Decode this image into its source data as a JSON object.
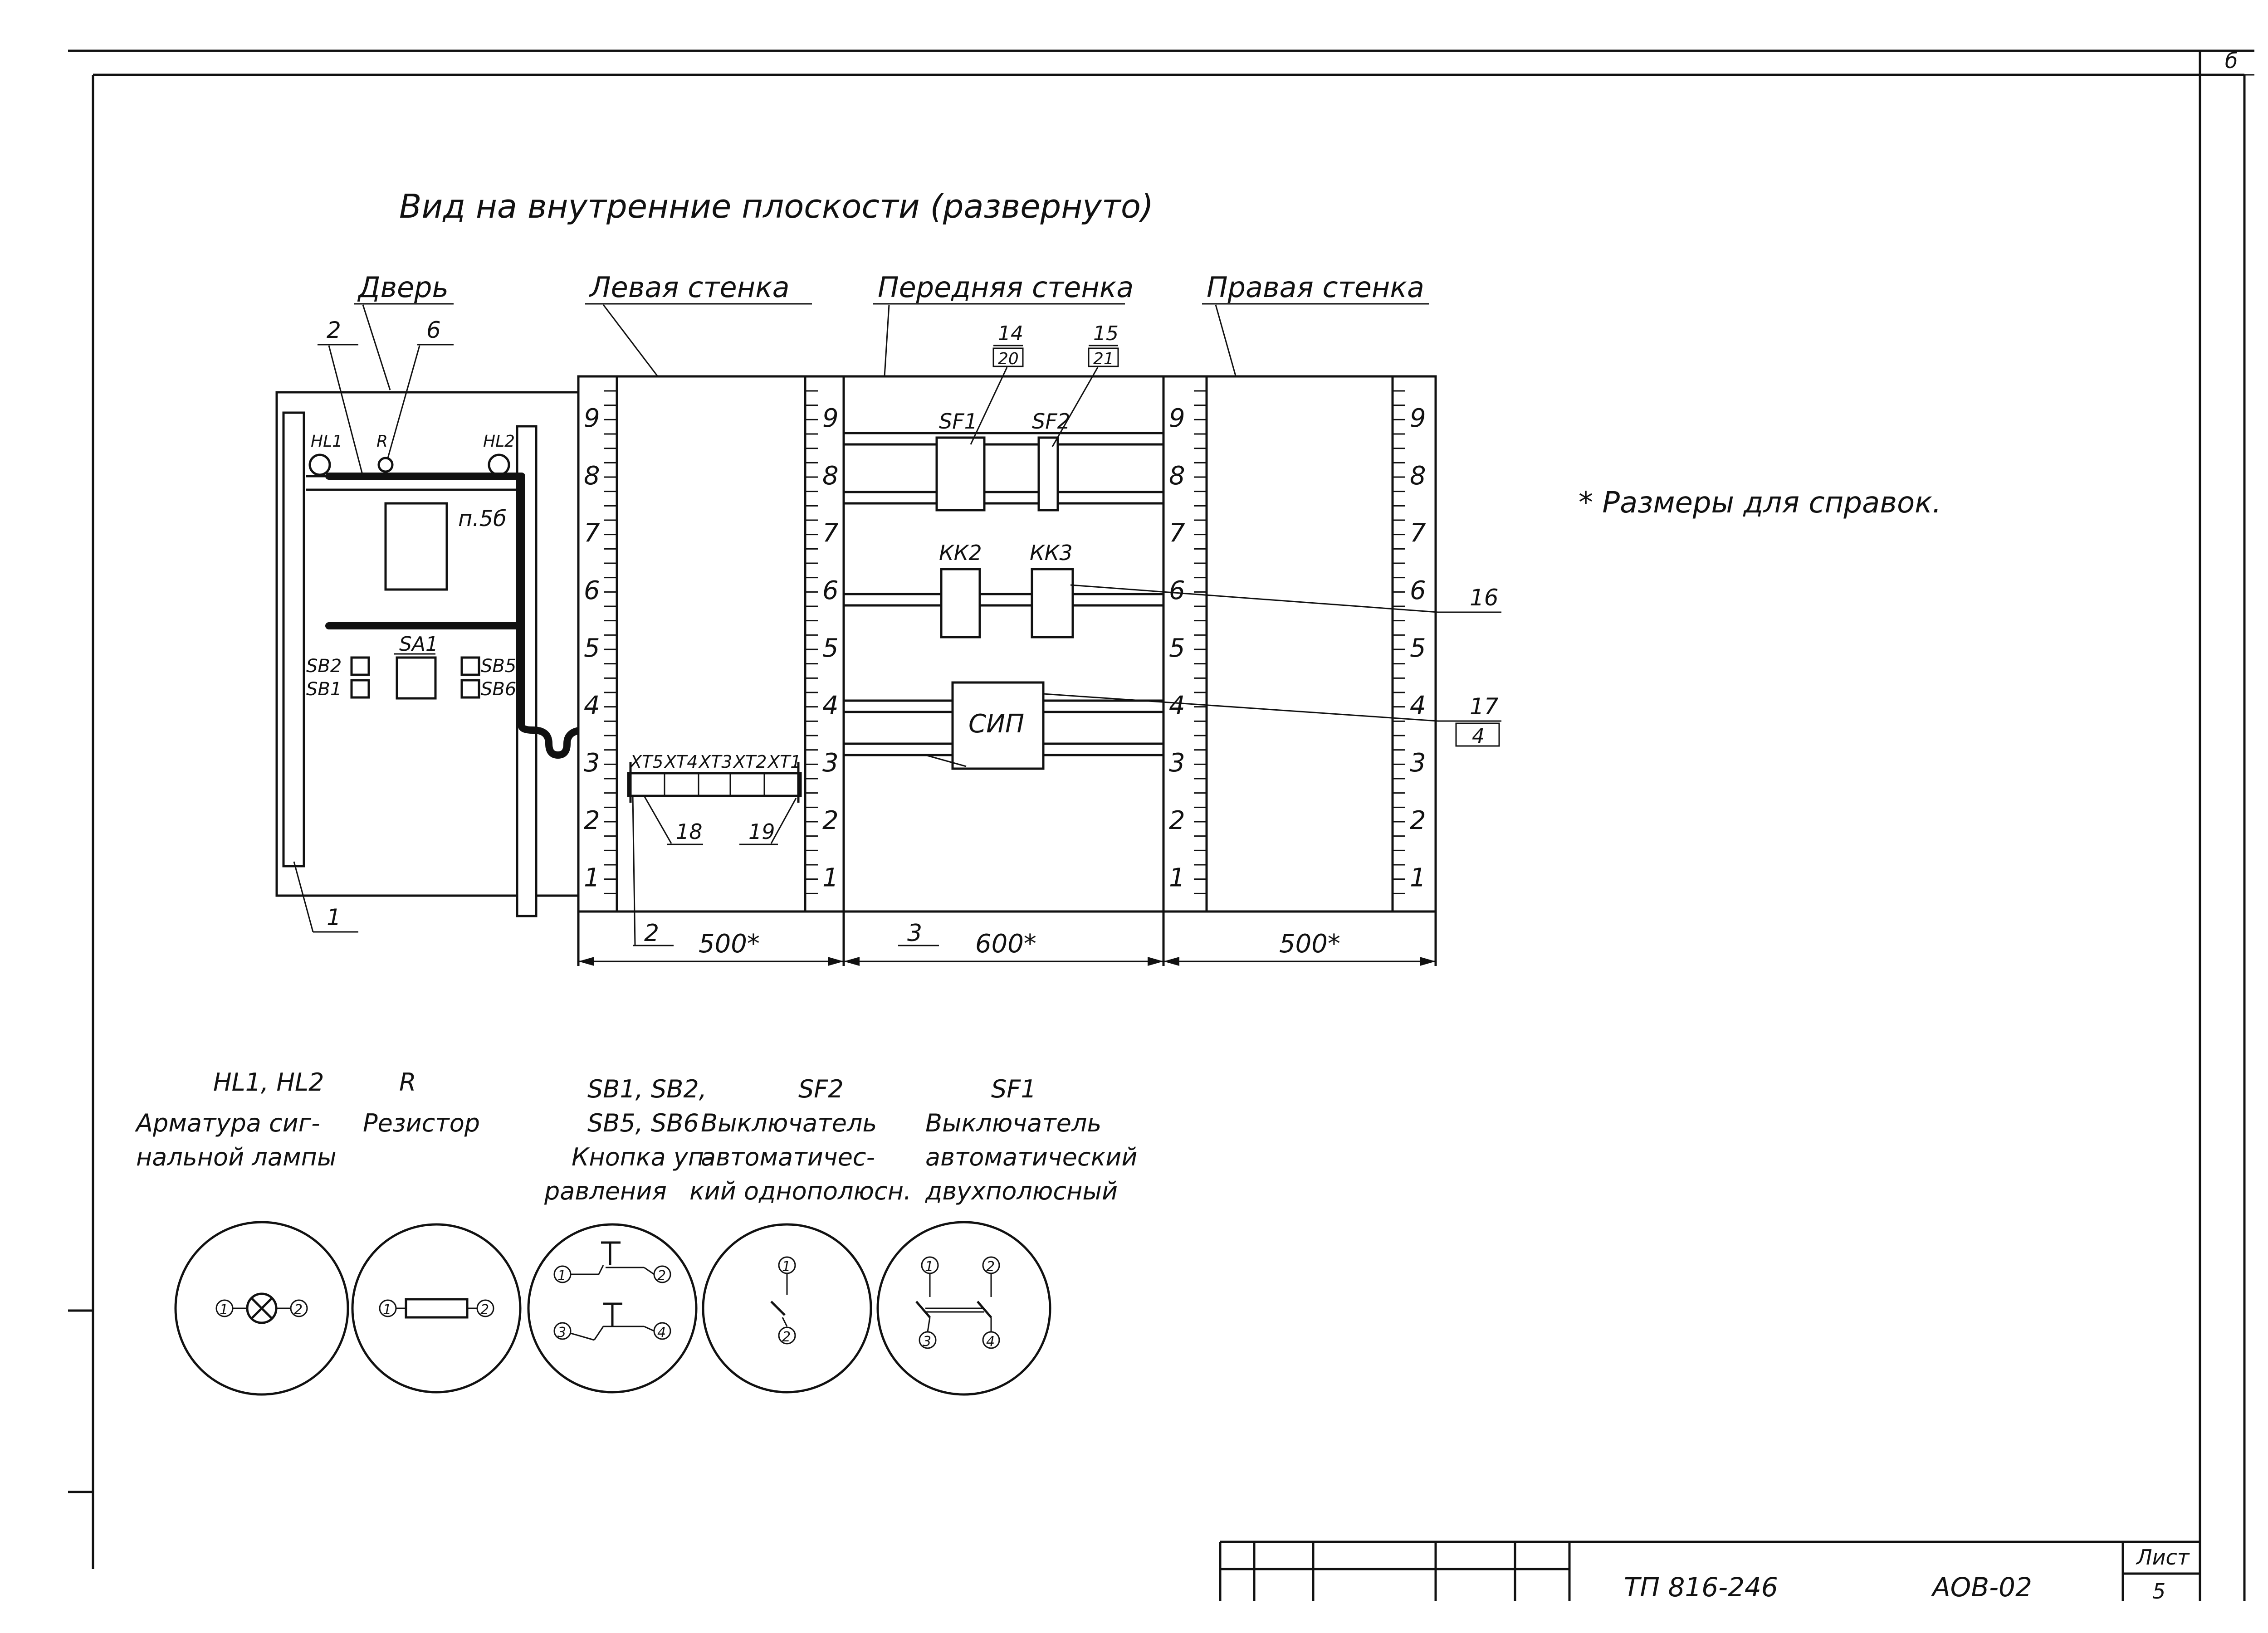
{
  "sheet": {
    "title": "Вид на внутренние плоскости (развернуто)",
    "note": "* Размеры для справок.",
    "corner_mark": "б",
    "title_block": {
      "doc_number": "ТП 816-246",
      "sheet_code": "АОВ-02",
      "sheet_label": "Лист",
      "sheet_number": "5"
    }
  },
  "panels": {
    "door": {
      "label": "Дверь",
      "hl1": "HL1",
      "hl2": "HL2",
      "r": "R",
      "p5b": "п.5б",
      "sa1": "SA1",
      "sb1": "SB1",
      "sb2": "SB2",
      "sb5": "SB5",
      "sb6": "SB6"
    },
    "left": {
      "label": "Левая стенка",
      "terminals": [
        "XT5",
        "XT4",
        "XT3",
        "XT2",
        "XT1"
      ]
    },
    "front": {
      "label": "Передняя стенка",
      "sf1": "SF1",
      "sf2": "SF2",
      "kk2": "КК2",
      "kk3": "КК3",
      "sip": "СИП"
    },
    "right": {
      "label": "Правая стенка"
    }
  },
  "scale_numbers": [
    "1",
    "2",
    "3",
    "4",
    "5",
    "6",
    "7",
    "8",
    "9"
  ],
  "callouts": {
    "c1": "1",
    "c2a": "2",
    "c2b": "2",
    "c3": "3",
    "c4": "4",
    "c6": "6",
    "c14": "14",
    "c15": "15",
    "c16": "16",
    "c17": "17",
    "c18": "18",
    "c19": "19",
    "c20": "20",
    "c21": "21"
  },
  "dimensions": {
    "left": "500*",
    "front": "600*",
    "right": "500*"
  },
  "legend": [
    {
      "designation": "HL1, HL2",
      "desc1": "Арматура сиг-",
      "desc2": "нальной лампы",
      "desc3": "",
      "desc4": ""
    },
    {
      "designation": "R",
      "desc1": "Резистор",
      "desc2": "",
      "desc3": "",
      "desc4": ""
    },
    {
      "designation": "SB1, SB2,",
      "desc1": "SB5, SB6",
      "desc2": "Кнопка уп-",
      "desc3": "равления",
      "desc4": ""
    },
    {
      "designation": "SF2",
      "desc1": "Выключатель",
      "desc2": "автоматичес-",
      "desc3": "кий однополюсн.",
      "desc4": ""
    },
    {
      "designation": "SF1",
      "desc1": "Выключатель",
      "desc2": "автоматический",
      "desc3": "двухполюсный",
      "desc4": ""
    }
  ],
  "pins": [
    "1",
    "2",
    "3",
    "4"
  ]
}
